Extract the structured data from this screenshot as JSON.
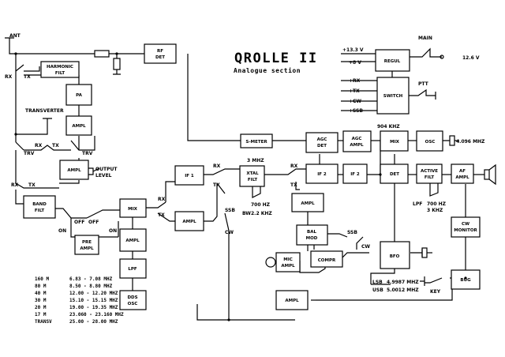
{
  "title": "QROLLE II",
  "subtitle": "Analogue section",
  "blocks": {
    "rf_det": [
      "RF",
      "DET"
    ],
    "harmonic_filt": [
      "HARMONIC",
      "FILT"
    ],
    "pa": [
      "PA"
    ],
    "ampl_tx": [
      "AMPL"
    ],
    "ampl_out": [
      "AMPL"
    ],
    "band_filt": [
      "BAND",
      "FILT"
    ],
    "pre_ampl": [
      "PRE",
      "AMPL"
    ],
    "mix1": [
      "MIX"
    ],
    "ampl_mix": [
      "AMPL"
    ],
    "lpf": [
      "LPF"
    ],
    "dds_osc": [
      "DDS",
      "OSC"
    ],
    "if1": [
      "IF 1"
    ],
    "ampl_if": [
      "AMPL"
    ],
    "xtal_filt": [
      "XTAL",
      "FILT"
    ],
    "ampl_rx2": [
      "AMPL"
    ],
    "bal_mod": [
      "BAL",
      "MOD"
    ],
    "mic_ampl": [
      "MIC",
      "AMPL"
    ],
    "compr": [
      "COMPR"
    ],
    "bfo": [
      "BFO"
    ],
    "ampl_bottom": [
      "AMPL"
    ],
    "smeter": [
      "S-METER"
    ],
    "agc_det": [
      "AGC",
      "DET"
    ],
    "agc_ampl": [
      "AGC",
      "AMPL"
    ],
    "if2a": [
      "IF 2"
    ],
    "if2b": [
      "IF 2"
    ],
    "mix2": [
      "MIX"
    ],
    "osc": [
      "OSC"
    ],
    "det": [
      "DET"
    ],
    "active_filt": [
      "ACTIVE",
      "FILT"
    ],
    "af_ampl": [
      "AF",
      "AMPL"
    ],
    "cw_monitor": [
      "CW",
      "MONITOR"
    ],
    "bug": [
      "BUG"
    ],
    "regul": [
      "REGUL"
    ],
    "switch": [
      "SWITCH"
    ]
  },
  "labels": {
    "ant": "ANT",
    "rx1": "RX",
    "tx1": "TX",
    "transverter": "TRANSVERTER",
    "rx_trv": "RX",
    "tx_trv": "TX",
    "trv_left": "TRV",
    "trv_right": "TRV",
    "output_level": [
      "OUTPUT",
      "LEVEL"
    ],
    "rx_band": "RX",
    "tx_band": "TX",
    "on_left": "ON",
    "off_left": "OFF",
    "off_right": "OFF",
    "on_right": "ON",
    "rx_mix": "RX",
    "tx_mix": "TX",
    "rx_if": "RX",
    "tx_if": "TX",
    "ssb_if": "SSB",
    "cw_if": "CW",
    "xtal_freq": "3 MHZ",
    "bw_label": "BW",
    "bw_700": "700 HZ",
    "bw_2k": "2.2 KHZ",
    "rx_xtal": "RX",
    "tx_xtal": "TX",
    "ssb_bal": "SSB",
    "cw_bal": "CW",
    "freq_904": "904 KHZ",
    "osc_freq": "4.096 MHZ",
    "lpf_label": "LPF",
    "lpf_700": "700 HZ",
    "lpf_3k": "3 KHZ",
    "lsb": "LSB",
    "lsb_freq": "4.9987 MHZ",
    "usb": "USB",
    "usb_freq": "5.0012 MHZ",
    "key": "KEY",
    "main": "MAIN",
    "v12": "12.6 V",
    "v13": "+13.3 V",
    "v8": "+8 V",
    "prx": "+RX",
    "ptx": "+TX",
    "pcw": "+CW",
    "pssb": "+SSB",
    "ptt": "PTT"
  },
  "bands": [
    {
      "band": "160 M",
      "range": "6.83 - 7.08 MHZ"
    },
    {
      "band": "80 M",
      "range": "8.50 - 8.80 MHZ"
    },
    {
      "band": "40 M",
      "range": "12.00 - 12.20 MHZ"
    },
    {
      "band": "30 M",
      "range": "15.10 - 15.15 MHZ"
    },
    {
      "band": "20 M",
      "range": "19.00 - 19.35 MHZ"
    },
    {
      "band": "17 M",
      "range": "23.060 - 23.160 MHZ"
    },
    {
      "band": "TRANSV",
      "range": "25.00 - 28.00 MHZ"
    }
  ]
}
